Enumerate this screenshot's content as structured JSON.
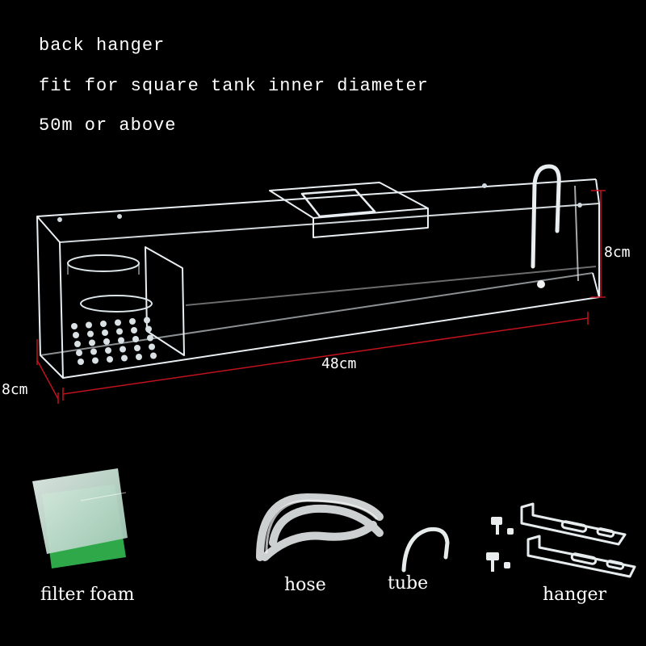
{
  "caption": {
    "line1": "back hanger",
    "line2": "fit for square tank inner diameter",
    "line3": "50m or above"
  },
  "dimensions": {
    "length": "48cm",
    "height": "8cm",
    "depth": "8cm"
  },
  "accessories": {
    "filter_foam": "filter foam",
    "hose": "hose",
    "tube": "tube",
    "hanger": "hanger"
  },
  "colors": {
    "background": "#000000",
    "dimension_line": "#c0121c",
    "acrylic_edge": "#e8eef2",
    "foam_white": "#cfe0d8",
    "foam_green": "#2fa84a"
  }
}
